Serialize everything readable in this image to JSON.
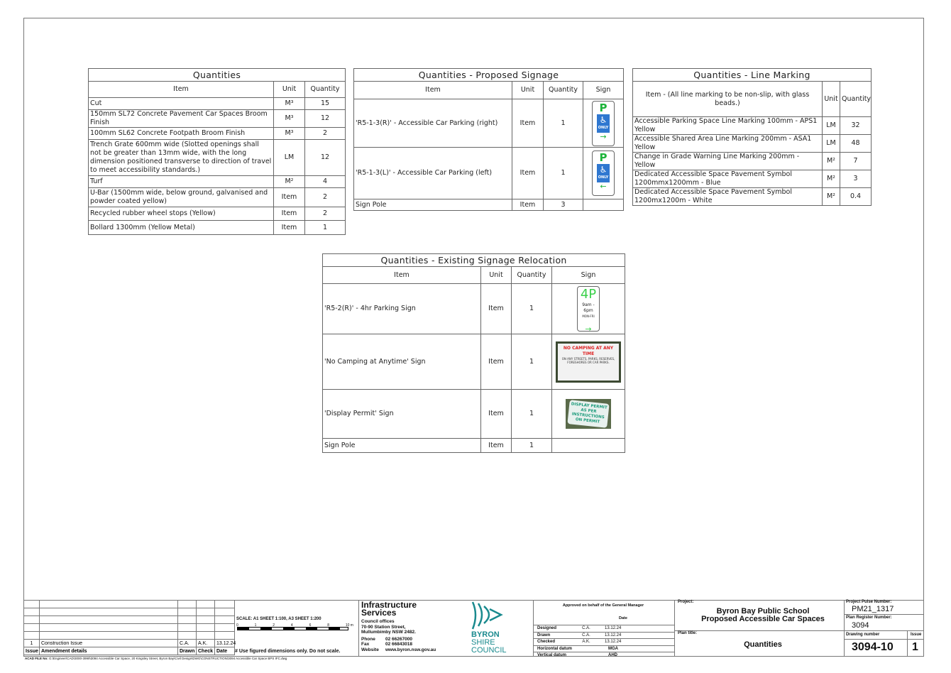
{
  "quantities": {
    "title": "Quantities",
    "headers": [
      "Item",
      "Unit",
      "Quantity"
    ],
    "rows": [
      {
        "item": "Cut",
        "unit": "M³",
        "qty": "15"
      },
      {
        "item": "150mm SL72 Concrete Pavement Car Spaces Broom Finish",
        "unit": "M³",
        "qty": "12"
      },
      {
        "item": "100mm SL62 Concrete Footpath Broom Finish",
        "unit": "M³",
        "qty": "2"
      },
      {
        "item": "Trench Grate 600mm wide (Slotted openings shall not be greater than 13mm wide, with the long dimension positioned transverse to direction of travel to meet accessibility standards.)",
        "unit": "LM",
        "qty": "12"
      },
      {
        "item": "Turf",
        "unit": "M²",
        "qty": "4"
      },
      {
        "item": "U-Bar (1500mm wide, below ground, galvanised and powder coated yellow)",
        "unit": "Item",
        "qty": "2"
      },
      {
        "item": "Recycled rubber wheel stops (Yellow)",
        "unit": "Item",
        "qty": "2"
      },
      {
        "item": "Bollard 1300mm (Yellow Metal)",
        "unit": "Item",
        "qty": "1"
      }
    ]
  },
  "proposed": {
    "title": "Quantities - Proposed Signage",
    "headers": [
      "Item",
      "Unit",
      "Quantity",
      "Sign"
    ],
    "rows": [
      {
        "item": "'R5-1-3(R)' - Accessible Car Parking (right)",
        "unit": "Item",
        "qty": "1",
        "sign_p": "P",
        "sign_only": "ONLY",
        "sign_arrow": "→"
      },
      {
        "item": "'R5-1-3(L)' - Accessible Car Parking (left)",
        "unit": "Item",
        "qty": "1",
        "sign_p": "P",
        "sign_only": "ONLY",
        "sign_arrow": "←"
      },
      {
        "item": "Sign Pole",
        "unit": "Item",
        "qty": "3"
      }
    ]
  },
  "line_marking": {
    "title": "Quantities - Line Marking",
    "headers": [
      "Item - (All line marking to be non-slip, with glass beads.)",
      "Unit",
      "Quantity"
    ],
    "rows": [
      {
        "item": "Accessible Parking Space Line Marking 100mm - APS1 Yellow",
        "unit": "LM",
        "qty": "32"
      },
      {
        "item": "Accessible Shared Area Line Marking 200mm - ASA1 Yellow",
        "unit": "LM",
        "qty": "48"
      },
      {
        "item": "Change in Grade Warning Line Marking 200mm - Yellow",
        "unit": "M²",
        "qty": "7"
      },
      {
        "item": "Dedicated Accessible Space Pavement Symbol 1200mmx1200mm - Blue",
        "unit": "M²",
        "qty": "3"
      },
      {
        "item": "Dedicated Accessible Space Pavement Symbol 1200mx1200m - White",
        "unit": "M²",
        "qty": "0.4"
      }
    ]
  },
  "existing": {
    "title": "Quantities - Existing Signage Relocation",
    "headers": [
      "Item",
      "Unit",
      "Quantity",
      "Sign"
    ],
    "rows": [
      {
        "item": "'R5-2(R)' - 4hr Parking Sign",
        "unit": "Item",
        "qty": "1",
        "sign_big": "4P",
        "sign_time": "9am - 6pm",
        "sign_days": "MON-FRI",
        "sign_arrow": "→"
      },
      {
        "item": "'No Camping at Anytime' Sign",
        "unit": "Item",
        "qty": "1",
        "sign_title": "NO CAMPING AT ANY TIME",
        "sign_sub": "ON ANY STREETS, PARKS, RESERVES, FORESHORES OR CAR PARKS."
      },
      {
        "item": "'Display Permit' Sign",
        "unit": "Item",
        "qty": "1",
        "sign_title": "DISPLAY PERMIT",
        "sign_sub": "AS PER INSTRUCTIONS ON PERMIT"
      },
      {
        "item": "Sign Pole",
        "unit": "Item",
        "qty": "1"
      }
    ]
  },
  "title_block": {
    "revision": {
      "headers": [
        "Issue",
        "Amendment details",
        "Drawn",
        "Check",
        "Date"
      ],
      "rows": [
        {
          "issue": "1",
          "details": "Construction Issue",
          "drawn": "C.A.",
          "check": "A.K.",
          "date": "13.12.24"
        }
      ]
    },
    "scale": "SCALE: A1 SHEET 1:100, A3 SHEET 1:200",
    "scale_ticks": [
      "0",
      "1",
      "2",
      "4",
      "6",
      "8",
      "10 m"
    ],
    "note": "# Use figured dimensions only. Do not scale.",
    "acad_label": "ACAD FILE No:",
    "acad_path": "G:\\Engineer\\CAD\\3000-3999\\3094 Accessible Car Space, 20 Kingsley Street, Byron Bay\\Civil Design\\DWG\\CONSTRUCTION\\3094 Accessible Car Space BPS IFC.dwg",
    "dept": "Infrastructure Services",
    "office_label": "Council offices",
    "address1": "70-90 Station Street,",
    "address2": "Mullumbimby  NSW 2482.",
    "phone_label": "Phone",
    "phone": "02 66267000",
    "fax_label": "Fax",
    "fax": "02 66843018",
    "web_label": "Website",
    "web": "www.byron.nsw.gov.au",
    "logo": [
      "BYRON",
      "SHIRE",
      "COUNCIL"
    ],
    "approved": "Approved on behalf of the General Manager",
    "date_label": "Date",
    "signoff": [
      {
        "role": "Designed",
        "by": "C.A.",
        "date": "13.12.24"
      },
      {
        "role": "Drawn",
        "by": "C.A.",
        "date": "13.12.24"
      },
      {
        "role": "Checked",
        "by": "A.K.",
        "date": "13.12.24"
      }
    ],
    "h_datum_label": "Horizontal datum",
    "h_datum": "MGA",
    "v_datum_label": "Vertical datum",
    "v_datum": "AHD",
    "project_label": "Project:",
    "project1": "Byron Bay Public School",
    "project2": "Proposed Accessible Car Spaces",
    "plan_title_label": "Plan title:",
    "plan_title": "Quantities",
    "pulse_label": "Project Pulse Number:",
    "pulse": "PM21_1317",
    "register_label": "Plan Register Number:",
    "register": "3094",
    "drawing_label": "Drawing number",
    "drawing": "3094-10",
    "issue_label": "Issue",
    "issue": "1"
  }
}
